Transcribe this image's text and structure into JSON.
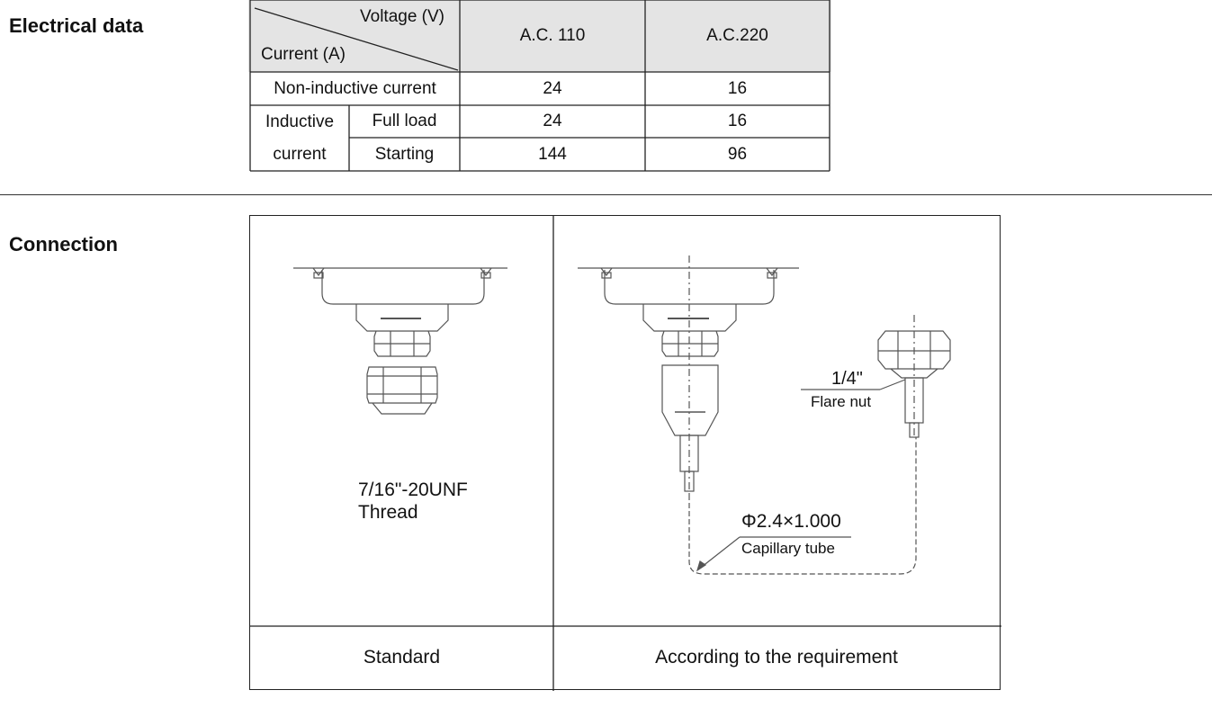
{
  "electrical": {
    "title": "Electrical data",
    "corner_voltage": "Voltage (V)",
    "corner_current": "Current (A)",
    "col_ac110": "A.C. 110",
    "col_ac220": "A.C.220",
    "rows": {
      "noninductive": {
        "label": "Non-inductive current",
        "ac110": "24",
        "ac220": "16"
      },
      "inductive_label_1": "Inductive",
      "inductive_label_2": "current",
      "fullload": {
        "label": "Full load",
        "ac110": "24",
        "ac220": "16"
      },
      "starting": {
        "label": "Starting",
        "ac110": "144",
        "ac220": "96"
      }
    }
  },
  "connection": {
    "title": "Connection",
    "thread_line1": "7/16\"-20UNF",
    "thread_line2": "Thread",
    "flare_size": "1/4\"",
    "flare_label": "Flare nut",
    "capillary_spec": "Φ2.4×1.000",
    "capillary_label": "Capillary tube",
    "col_standard": "Standard",
    "col_requirement": "According to the requirement"
  }
}
